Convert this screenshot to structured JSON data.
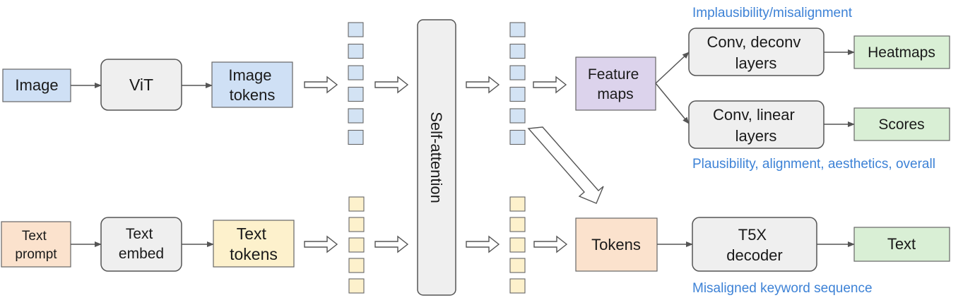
{
  "colors": {
    "image_blue": "#cfe0f5",
    "token_blue": "#d3e3f4",
    "text_orange": "#fbe2cd",
    "token_yellow": "#fdf1cc",
    "feature_purple": "#dcd3ec",
    "output_green": "#d9efd5",
    "gray_box": "#efefef",
    "note_blue": "#3d82d6"
  },
  "nodes": {
    "image": "Image",
    "vit": "ViT",
    "image_tokens": [
      "Image",
      "tokens"
    ],
    "text_prompt": [
      "Text",
      "prompt"
    ],
    "text_embed": [
      "Text",
      "embed"
    ],
    "text_tokens": [
      "Text",
      "tokens"
    ],
    "self_attention": "Self-attention",
    "feature_maps": [
      "Feature",
      "maps"
    ],
    "tokens": "Tokens",
    "conv_deconv": [
      "Conv, deconv",
      "layers"
    ],
    "conv_linear": [
      "Conv, linear",
      "layers"
    ],
    "t5x_decoder": [
      "T5X",
      "decoder"
    ],
    "heatmaps": "Heatmaps",
    "scores": "Scores",
    "text_out": "Text"
  },
  "notes": {
    "implausibility": "Implausibility/misalignment",
    "plausibility": "Plausibility, alignment, aesthetics, overall",
    "misaligned": "Misaligned keyword sequence"
  }
}
